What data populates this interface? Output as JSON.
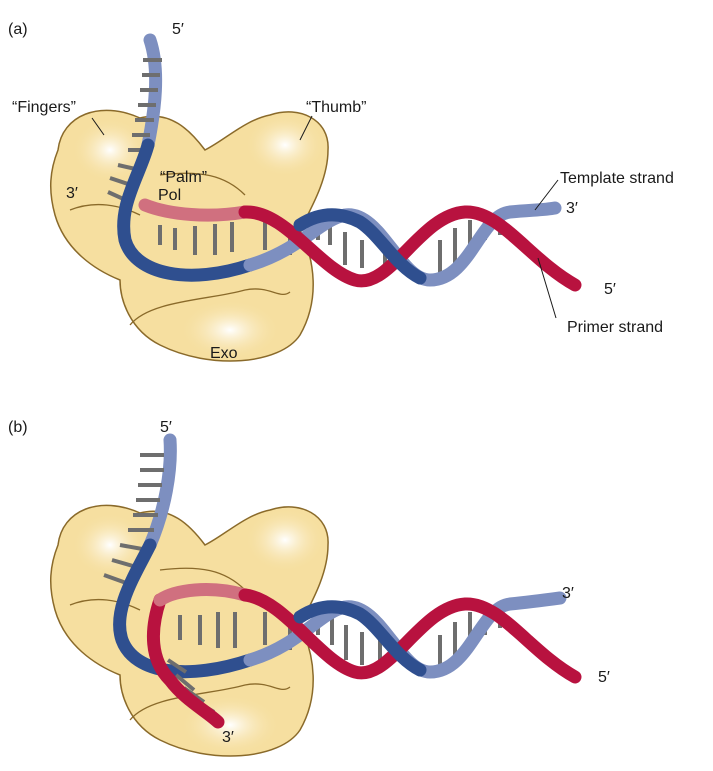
{
  "panel_a": {
    "label": "(a)",
    "fingers": "“Fingers”",
    "thumb": "“Thumb”",
    "palm": "“Palm”",
    "pol": "Pol",
    "exo": "Exo",
    "template_strand": "Template strand",
    "primer_strand": "Primer strand",
    "template_5prime": "5′",
    "fingers_3prime": "3′",
    "template_3prime": "3′",
    "primer_5prime": "5′"
  },
  "panel_b": {
    "label": "(b)",
    "template_5prime": "5′",
    "template_3prime": "3′",
    "primer_5prime": "5′",
    "primer_3prime": "3′"
  },
  "colors": {
    "enzyme_fill": "#f6dfa0",
    "enzyme_stroke": "#8a6a2a",
    "template_dark": "#2f4f8f",
    "template_light": "#7d8fc0",
    "primer_dark": "#b8123f",
    "primer_light": "#d0707f",
    "base_pair": "#6e6e6e"
  }
}
